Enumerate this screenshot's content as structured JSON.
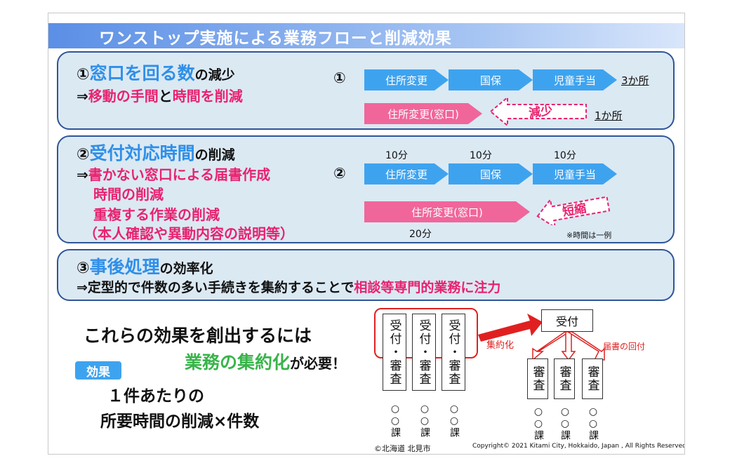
{
  "title": "ワンストップ実施による業務フローと削減効果",
  "p1": {
    "num": "①",
    "h_blue": "窓口を回る数",
    "h_black": "の減少",
    "l2_prefix": "⇒",
    "l2_pink1": "移動の手間",
    "l2_black": "と",
    "l2_pink2": "時間を削減",
    "diag_num": "①",
    "steps": [
      "住所変更",
      "国保",
      "児童手当"
    ],
    "steps_count": "3か所",
    "window": "住所変更(窓口)",
    "window_count": "1か所",
    "reduce_label": "減少"
  },
  "p2": {
    "num": "②",
    "h_blue": "受付対応時間",
    "h_black": "の削減",
    "l2_prefix": "⇒",
    "l2_pink": "書かない窓口による届書作成",
    "l3": "時間の削減",
    "l4": "重複する作業の削減",
    "l5": "（本人確認や異動内容の説明等）",
    "diag_num": "②",
    "times": [
      "10分",
      "10分",
      "10分"
    ],
    "steps": [
      "住所変更",
      "国保",
      "児童手当"
    ],
    "window": "住所変更(窓口)",
    "window_time": "20分",
    "shorten_label": "短縮",
    "note": "※時間は一例"
  },
  "p3": {
    "num": "③",
    "h_blue": "事後処理",
    "h_black": "の効率化",
    "l2_black": "⇒定型的で件数の多い手続きを集約することで",
    "l2_pink": "相談等専門的業務に注力"
  },
  "bottom": {
    "line1": "これらの効果を創出するには",
    "line2_green": "業務の集約化",
    "line2_black": "が必要！",
    "badge": "効果",
    "line3": "１件あたりの",
    "line4": "所要時間の削減×件数"
  },
  "diagram": {
    "before_box": "受付・審査",
    "dept": "○○課",
    "aggregate_label": "集約化",
    "reception": "受付",
    "review": "審査",
    "route_label": "届書の回付"
  },
  "footer": {
    "left": "©北海道 北見市",
    "right": "Copyright© 2021 Kitami City, Hokkaido, Japan , All Rights Reserved."
  },
  "colors": {
    "accent_blue": "#2f8fe8",
    "accent_pink": "#e8226f",
    "green": "#38b44a",
    "panel_bg": "#dbe9f3",
    "red": "#e02020"
  }
}
